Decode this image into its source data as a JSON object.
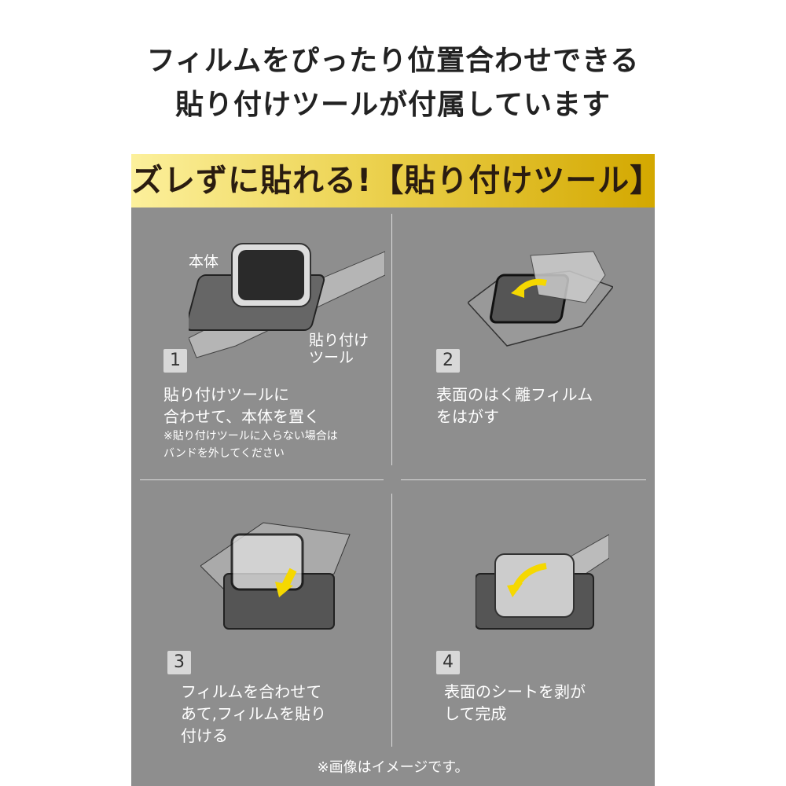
{
  "heading": {
    "line1": "フィルムをぴったり位置合わせできる",
    "line2": "貼り付けツールが付属しています"
  },
  "banner": "ズレずに貼れる!【貼り付けツール】",
  "steps": [
    {
      "number": "1",
      "text1": "貼り付けツールに",
      "text2": "合わせて、本体を置く",
      "note1": "※貼り付けツールに入らない場合は",
      "note2": "バンドを外してください",
      "label_body": "本体",
      "label_tool1": "貼り付け",
      "label_tool2": "ツール"
    },
    {
      "number": "2",
      "text1": "表面のはく離フィルム",
      "text2": "をはがす"
    },
    {
      "number": "3",
      "text1": "フィルムを合わせて",
      "text2": "あて,フィルムを貼り",
      "text3": "付ける"
    },
    {
      "number": "4",
      "text1": "表面のシートを剥が",
      "text2": "して完成"
    }
  ],
  "footnote": "※画像はイメージです。",
  "colors": {
    "panel": "#8e8e8e",
    "arrow": "#f5d800"
  }
}
